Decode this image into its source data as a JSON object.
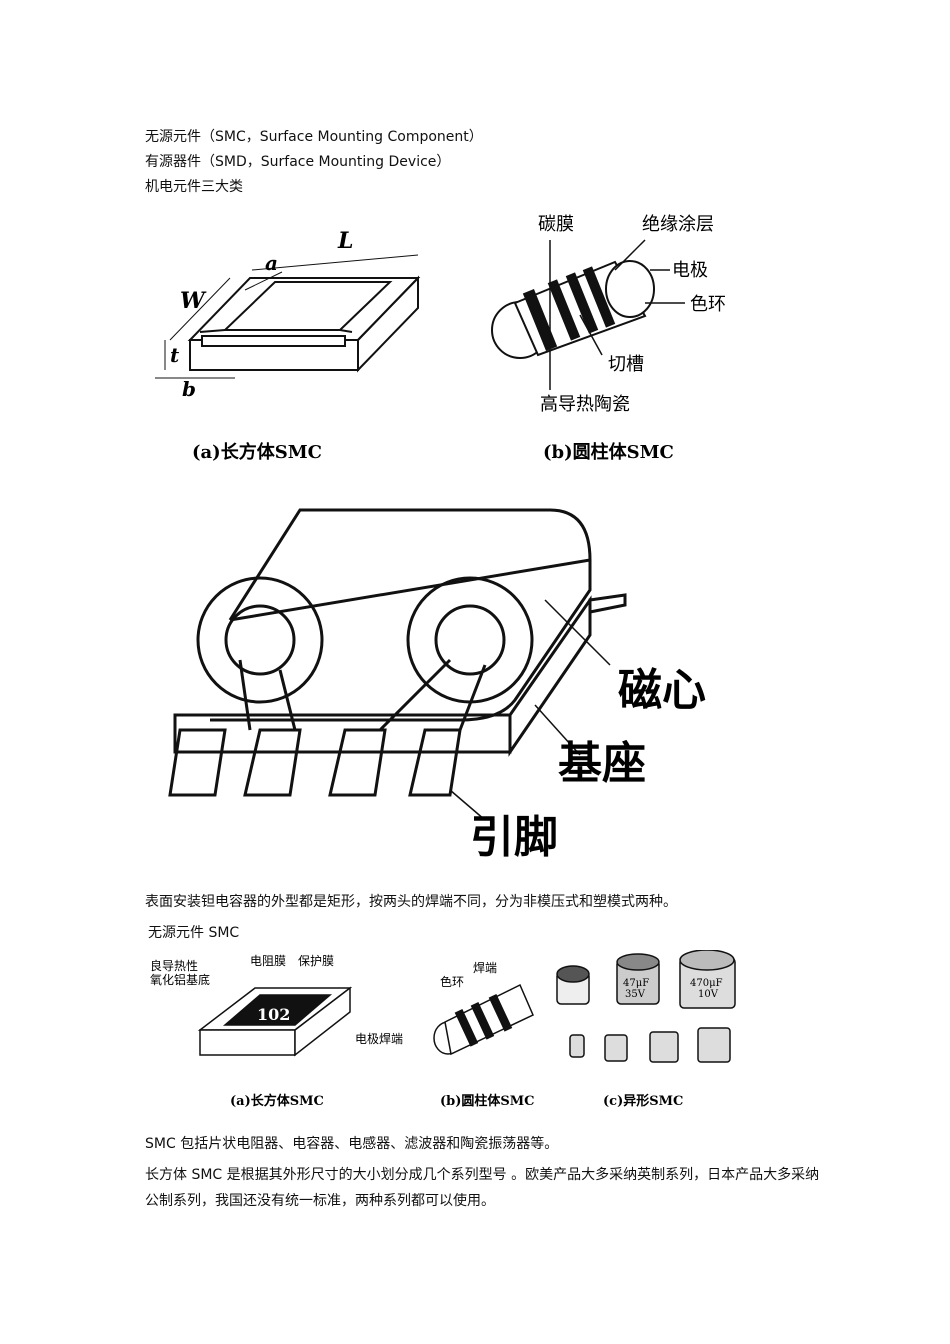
{
  "intro": {
    "line1": "无源元件（SMC，Surface Mounting Component）",
    "line2": "有源器件（SMD，Surface Mounting Device）",
    "line3": "机电元件三大类"
  },
  "figure1": {
    "dim_L": "L",
    "dim_a": "a",
    "dim_W": "W",
    "dim_t": "t",
    "dim_b": "b",
    "caption_a": "(a)长方体SMC",
    "label_carbon_film": "碳膜",
    "label_insulation": "绝缘涂层",
    "label_electrode": "电极",
    "label_color_ring": "色环",
    "label_groove": "切槽",
    "label_ceramic": "高导热陶瓷",
    "caption_b": "(b)圆柱体SMC"
  },
  "figure2": {
    "label_core": "磁心",
    "label_base": "基座",
    "label_pin": "引脚"
  },
  "text_tantalum": "表面安装钽电容器的外型都是矩形，按两头的焊端不同，分为非模压式和塑模式两种。",
  "text_passive": "无源元件 SMC",
  "figure3": {
    "label_substrate_1": "良导热性",
    "label_substrate_2": "氧化铝基底",
    "label_resistive": "电阻膜",
    "label_protective": "保护膜",
    "chip_marking": "102",
    "label_terminal": "电极焊端",
    "caption_a": "(a)长方体SMC",
    "label_solder_end": "焊端",
    "label_color_ring": "色环",
    "caption_b": "(b)圆柱体SMC",
    "cap_mark_1": "47μF",
    "cap_mark_2": "35V",
    "cap_mark_3": "470μF",
    "cap_mark_4": "10V",
    "caption_c": "(c)异形SMC"
  },
  "text_smc_includes": "SMC 包括片状电阻器、电容器、电感器、滤波器和陶瓷振荡器等。",
  "text_series": "长方体 SMC 是根据其外形尺寸的大小划分成几个系列型号 。欧美产品大多采纳英制系列，日本产品大多采纳公制系列，我国还没有统一标准，两种系列都可以使用。"
}
